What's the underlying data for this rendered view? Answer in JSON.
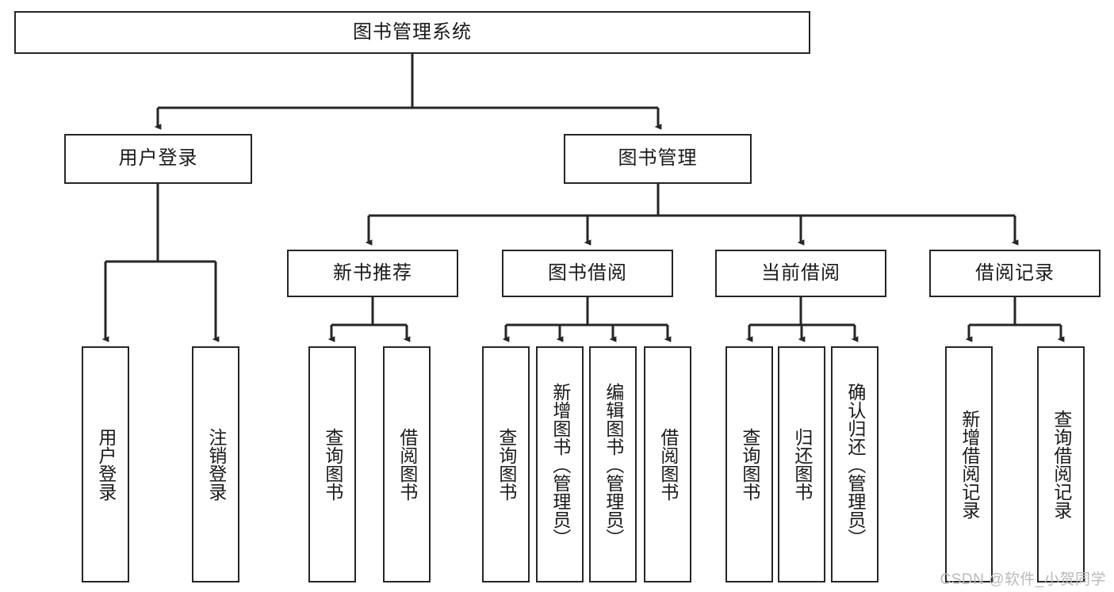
{
  "diagram": {
    "title_node": {
      "label": "图书管理系统"
    },
    "level2": [
      {
        "id": "user-login",
        "label": "用户登录"
      },
      {
        "id": "book-manage",
        "label": "图书管理"
      }
    ],
    "level3": [
      {
        "id": "new-book-recommend",
        "label": "新书推荐"
      },
      {
        "id": "book-borrow",
        "label": "图书借阅"
      },
      {
        "id": "current-borrow",
        "label": "当前借阅"
      },
      {
        "id": "borrow-record",
        "label": "借阅记录"
      }
    ],
    "leaves": [
      {
        "id": "leaf-user-login",
        "label": "用户登录"
      },
      {
        "id": "leaf-logout-login",
        "label": "注销登录"
      },
      {
        "id": "leaf-query-book-1",
        "label": "查询图书"
      },
      {
        "id": "leaf-borrow-book-1",
        "label": "借阅图书"
      },
      {
        "id": "leaf-query-book-2",
        "label": "查询图书"
      },
      {
        "id": "leaf-add-book",
        "label": "新增图书（管理员）"
      },
      {
        "id": "leaf-edit-book",
        "label": "编辑图书（管理员）"
      },
      {
        "id": "leaf-borrow-book-2",
        "label": "借阅图书"
      },
      {
        "id": "leaf-query-book-3",
        "label": "查询图书"
      },
      {
        "id": "leaf-return-book",
        "label": "归还图书"
      },
      {
        "id": "leaf-confirm-return",
        "label": "确认归还（管理员）"
      },
      {
        "id": "leaf-add-record",
        "label": "新增借阅记录"
      },
      {
        "id": "leaf-query-record",
        "label": "查询借阅记录"
      }
    ],
    "watermark": "CSDN @软件_小贺同学",
    "colors": {
      "stroke": "#262626",
      "fill": "#ffffff",
      "text": "#1a1a1a",
      "watermark": "#b9b9b9"
    }
  }
}
